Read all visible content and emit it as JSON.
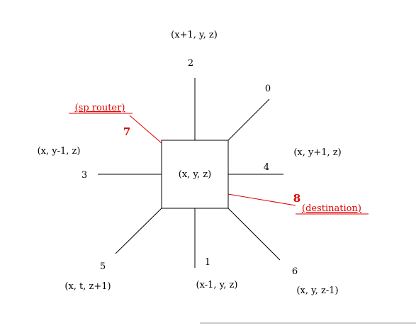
{
  "diagram": {
    "center_node": "(x, y, z)",
    "neighbors": {
      "top": "(x+1, y, z)",
      "left": "(x, y-1, z)",
      "right": "(x, y+1, z)",
      "bottom_left": "(x, t, z+1)",
      "bottom": "(x-1, y, z)",
      "bottom_right": "(x, y, z-1)"
    },
    "ports": {
      "p0": "0",
      "p1": "1",
      "p2": "2",
      "p3": "3",
      "p4": "4",
      "p5": "5",
      "p6": "6"
    },
    "annotations": {
      "sp_router_label": "(sp router)",
      "sp_router_port": "7",
      "destination_label": "(destination)",
      "destination_port": "8"
    },
    "colors": {
      "line": "#000000",
      "highlight": "#e00000",
      "baseline": "#cccccc"
    }
  }
}
